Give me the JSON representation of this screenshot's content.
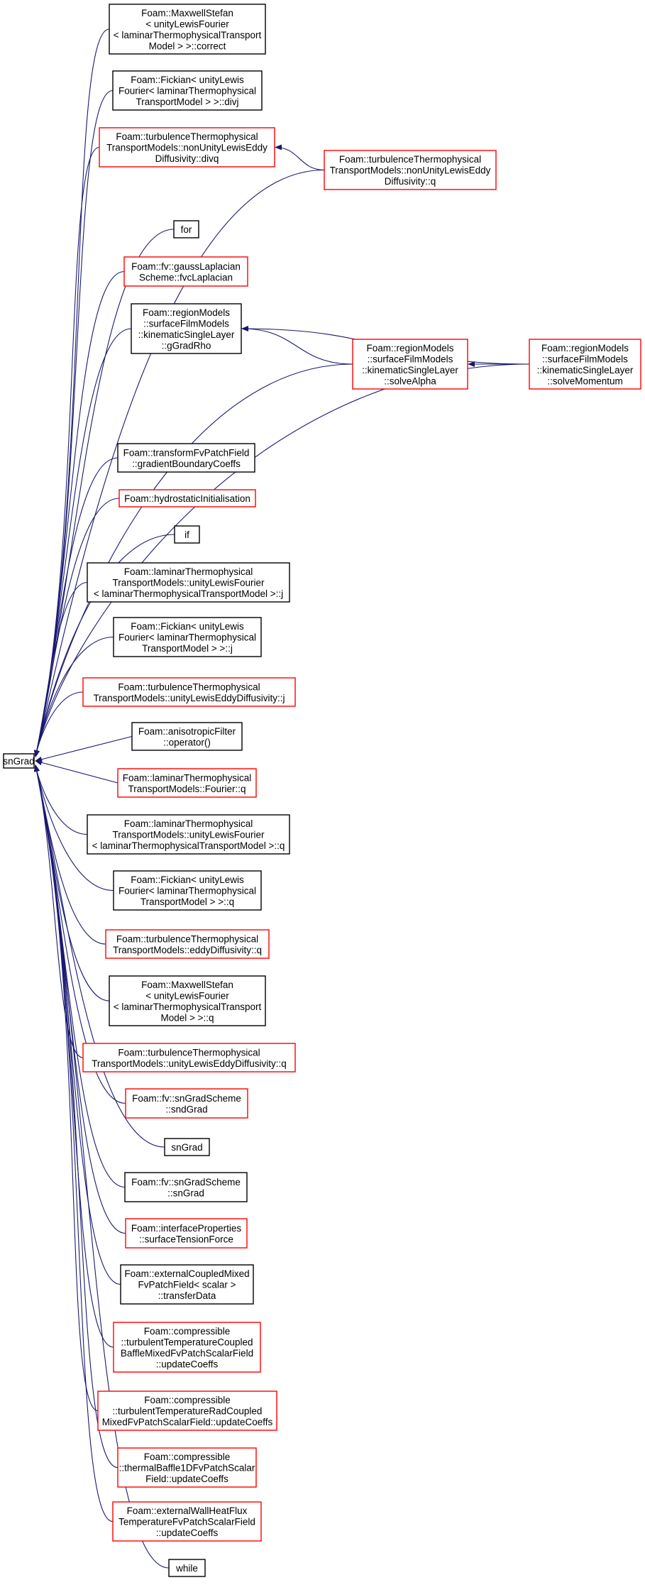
{
  "colors": {
    "edge": "#191970",
    "box_black": "#000000",
    "box_red": "#ff0000",
    "root_fill": "#bfbfbf"
  },
  "nodes": [
    {
      "id": "root",
      "lines": [
        "snGrad"
      ],
      "border": "black",
      "root": true
    },
    {
      "id": "n1",
      "lines": [
        "Foam::MaxwellStefan",
        "< unityLewisFourier",
        "< laminarThermophysicalTransport",
        "Model > >::correct"
      ],
      "border": "black"
    },
    {
      "id": "n2",
      "lines": [
        "Foam::Fickian< unityLewis",
        "Fourier< laminarThermophysical",
        "TransportModel > >::divj"
      ],
      "border": "black"
    },
    {
      "id": "n3",
      "lines": [
        "Foam::turbulenceThermophysical",
        "TransportModels::nonUnityLewisEddy",
        "Diffusivity::divq"
      ],
      "border": "red"
    },
    {
      "id": "n4",
      "lines": [
        "Foam::turbulenceThermophysical",
        "TransportModels::nonUnityLewisEddy",
        "Diffusivity::q"
      ],
      "border": "red"
    },
    {
      "id": "n5",
      "lines": [
        "for"
      ],
      "border": "black"
    },
    {
      "id": "n6",
      "lines": [
        "Foam::fv::gaussLaplacian",
        "Scheme::fvcLaplacian"
      ],
      "border": "red"
    },
    {
      "id": "n7",
      "lines": [
        "Foam::regionModels",
        "::surfaceFilmModels",
        "::kinematicSingleLayer",
        "::gGradRho"
      ],
      "border": "black"
    },
    {
      "id": "n8",
      "lines": [
        "Foam::regionModels",
        "::surfaceFilmModels",
        "::kinematicSingleLayer",
        "::solveAlpha"
      ],
      "border": "red"
    },
    {
      "id": "n9",
      "lines": [
        "Foam::regionModels",
        "::surfaceFilmModels",
        "::kinematicSingleLayer",
        "::solveMomentum"
      ],
      "border": "red"
    },
    {
      "id": "n10",
      "lines": [
        "Foam::transformFvPatchField",
        "::gradientBoundaryCoeffs"
      ],
      "border": "black"
    },
    {
      "id": "n11",
      "lines": [
        "Foam::hydrostaticInitialisation"
      ],
      "border": "red"
    },
    {
      "id": "n12",
      "lines": [
        "if"
      ],
      "border": "black"
    },
    {
      "id": "n13",
      "lines": [
        "Foam::laminarThermophysical",
        "TransportModels::unityLewisFourier",
        "< laminarThermophysicalTransportModel >::j"
      ],
      "border": "black"
    },
    {
      "id": "n14",
      "lines": [
        "Foam::Fickian< unityLewis",
        "Fourier< laminarThermophysical",
        "TransportModel > >::j"
      ],
      "border": "black"
    },
    {
      "id": "n15",
      "lines": [
        "Foam::turbulenceThermophysical",
        "TransportModels::unityLewisEddyDiffusivity::j"
      ],
      "border": "red"
    },
    {
      "id": "n16",
      "lines": [
        "Foam::anisotropicFilter",
        "::operator()"
      ],
      "border": "black"
    },
    {
      "id": "n17",
      "lines": [
        "Foam::laminarThermophysical",
        "TransportModels::Fourier::q"
      ],
      "border": "red"
    },
    {
      "id": "n18",
      "lines": [
        "Foam::laminarThermophysical",
        "TransportModels::unityLewisFourier",
        "< laminarThermophysicalTransportModel >::q"
      ],
      "border": "black"
    },
    {
      "id": "n19",
      "lines": [
        "Foam::Fickian< unityLewis",
        "Fourier< laminarThermophysical",
        "TransportModel > >::q"
      ],
      "border": "black"
    },
    {
      "id": "n20",
      "lines": [
        "Foam::turbulenceThermophysical",
        "TransportModels::eddyDiffusivity::q"
      ],
      "border": "red"
    },
    {
      "id": "n21",
      "lines": [
        "Foam::MaxwellStefan",
        "< unityLewisFourier",
        "< laminarThermophysicalTransport",
        "Model > >::q"
      ],
      "border": "black"
    },
    {
      "id": "n22",
      "lines": [
        "Foam::turbulenceThermophysical",
        "TransportModels::unityLewisEddyDiffusivity::q"
      ],
      "border": "red"
    },
    {
      "id": "n23",
      "lines": [
        "Foam::fv::snGradScheme",
        "::sndGrad"
      ],
      "border": "red"
    },
    {
      "id": "n24",
      "lines": [
        "snGrad"
      ],
      "border": "black"
    },
    {
      "id": "n25",
      "lines": [
        "Foam::fv::snGradScheme",
        "::snGrad"
      ],
      "border": "black"
    },
    {
      "id": "n26",
      "lines": [
        "Foam::interfaceProperties",
        "::surfaceTensionForce"
      ],
      "border": "red"
    },
    {
      "id": "n27",
      "lines": [
        "Foam::externalCoupledMixed",
        "FvPatchField< scalar >",
        "::transferData"
      ],
      "border": "black"
    },
    {
      "id": "n28",
      "lines": [
        "Foam::compressible",
        "::turbulentTemperatureCoupled",
        "BaffleMixedFvPatchScalarField",
        "::updateCoeffs"
      ],
      "border": "red"
    },
    {
      "id": "n29",
      "lines": [
        "Foam::compressible",
        "::turbulentTemperatureRadCoupled",
        "MixedFvPatchScalarField::updateCoeffs"
      ],
      "border": "red"
    },
    {
      "id": "n30",
      "lines": [
        "Foam::compressible",
        "::thermalBaffle1DFvPatchScalar",
        "Field::updateCoeffs"
      ],
      "border": "red"
    },
    {
      "id": "n31",
      "lines": [
        "Foam::externalWallHeatFlux",
        "TemperatureFvPatchScalarField",
        "::updateCoeffs"
      ],
      "border": "red"
    },
    {
      "id": "n32",
      "lines": [
        "while"
      ],
      "border": "black"
    }
  ],
  "edges": [
    {
      "from": "n1",
      "to": "root"
    },
    {
      "from": "n2",
      "to": "root"
    },
    {
      "from": "n3",
      "to": "root"
    },
    {
      "from": "n4",
      "to": "n3"
    },
    {
      "from": "n4",
      "to": "root"
    },
    {
      "from": "n5",
      "to": "root"
    },
    {
      "from": "n6",
      "to": "root"
    },
    {
      "from": "n7",
      "to": "root"
    },
    {
      "from": "n8",
      "to": "n7"
    },
    {
      "from": "n9",
      "to": "n7"
    },
    {
      "from": "n9",
      "to": "n8"
    },
    {
      "from": "n8",
      "to": "root"
    },
    {
      "from": "n9",
      "to": "root"
    },
    {
      "from": "n10",
      "to": "root"
    },
    {
      "from": "n11",
      "to": "root"
    },
    {
      "from": "n12",
      "to": "root"
    },
    {
      "from": "n13",
      "to": "root"
    },
    {
      "from": "n14",
      "to": "root"
    },
    {
      "from": "n15",
      "to": "root"
    },
    {
      "from": "n16",
      "to": "root"
    },
    {
      "from": "n17",
      "to": "root"
    },
    {
      "from": "n18",
      "to": "root"
    },
    {
      "from": "n19",
      "to": "root"
    },
    {
      "from": "n20",
      "to": "root"
    },
    {
      "from": "n21",
      "to": "root"
    },
    {
      "from": "n22",
      "to": "root"
    },
    {
      "from": "n23",
      "to": "root"
    },
    {
      "from": "n24",
      "to": "root"
    },
    {
      "from": "n25",
      "to": "root"
    },
    {
      "from": "n26",
      "to": "root"
    },
    {
      "from": "n27",
      "to": "root"
    },
    {
      "from": "n28",
      "to": "root"
    },
    {
      "from": "n29",
      "to": "root"
    },
    {
      "from": "n30",
      "to": "root"
    },
    {
      "from": "n31",
      "to": "root"
    },
    {
      "from": "n32",
      "to": "root"
    }
  ]
}
